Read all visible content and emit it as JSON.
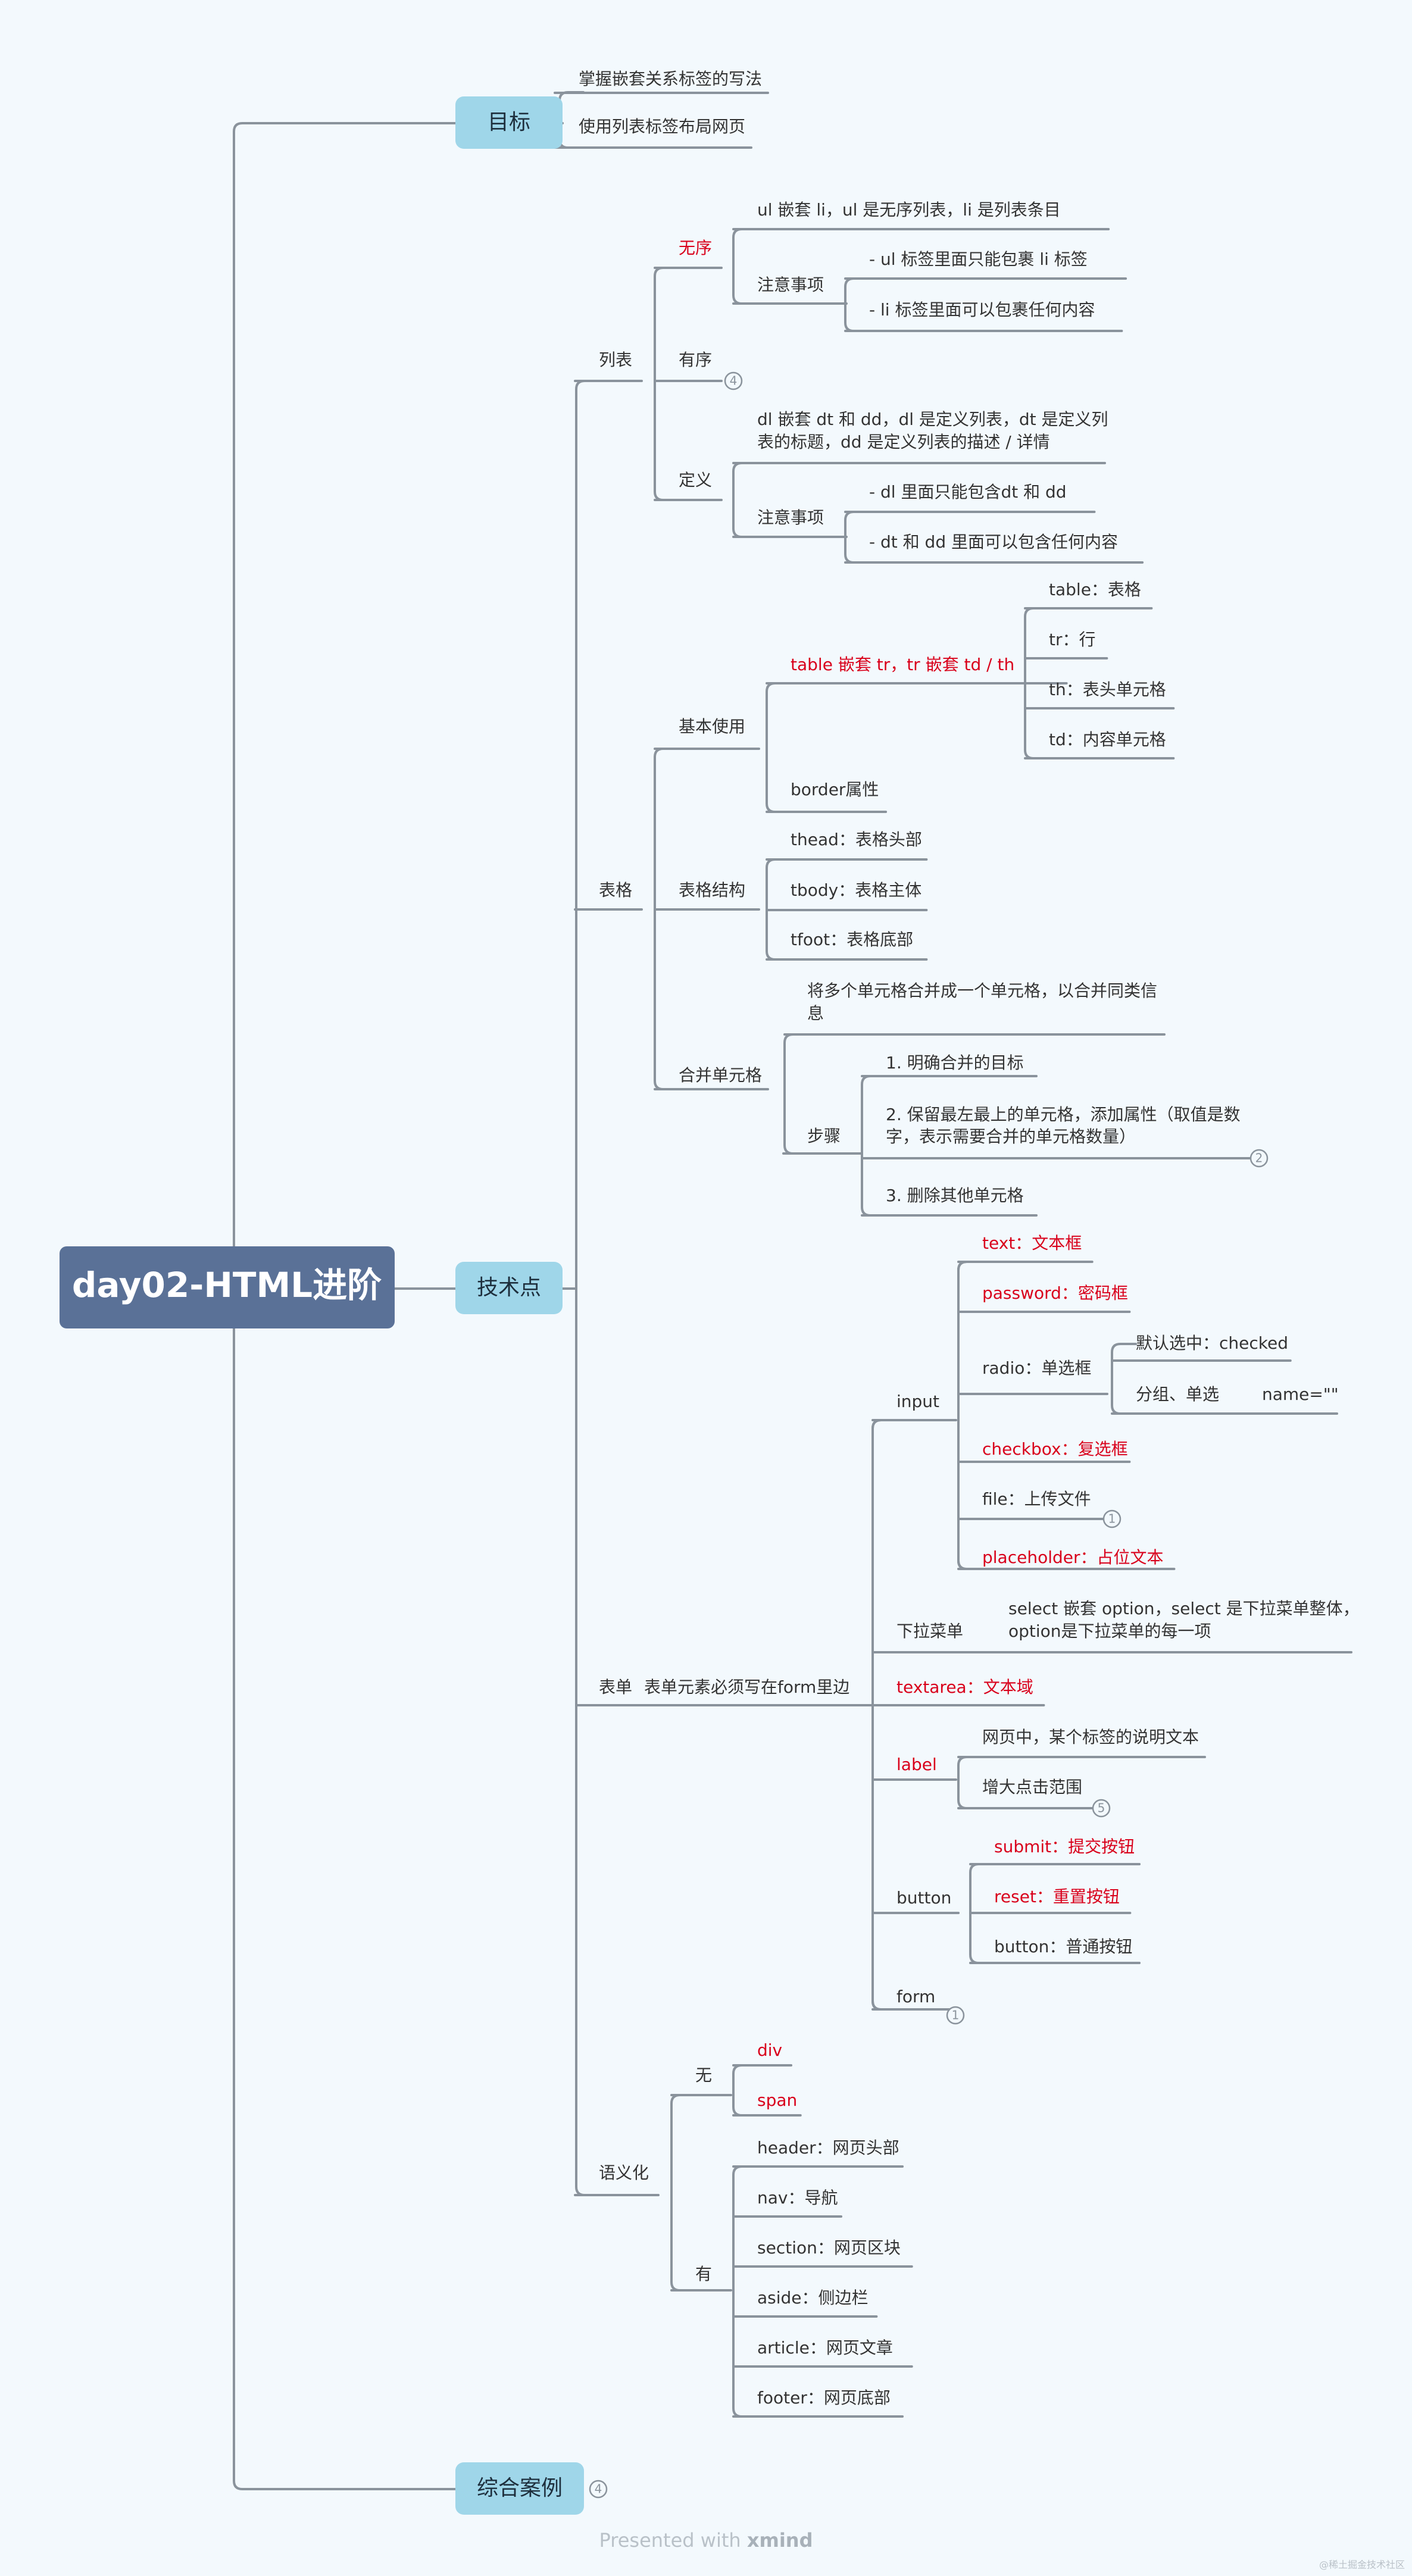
{
  "root": "day02-HTML进阶",
  "colors": {
    "background": "#f3f9fd",
    "root_fill": "#5a7197",
    "root_text": "#ffffff",
    "main_fill": "#9fd6e9",
    "main_text": "#1e2f3d",
    "line": "#8a939c",
    "text": "#333333",
    "highlight": "#d9001b",
    "badge": "#8a939c",
    "footer": "#b9c1c8"
  },
  "goal": {
    "label": "目标",
    "items": [
      "掌握嵌套关系标签的写法",
      "使用列表标签布局网页"
    ]
  },
  "tech": {
    "label": "技术点",
    "list": {
      "label": "列表",
      "unordered": {
        "label": "无序",
        "desc": "ul 嵌套 li，ul 是无序列表，li 是列表条目",
        "notes_label": "注意事项",
        "notes": [
          "- ul 标签里面只能包裹 li 标签",
          "- li 标签里面可以包裹任何内容"
        ]
      },
      "ordered": {
        "label": "有序",
        "badge": "4"
      },
      "definition": {
        "label": "定义",
        "desc_line1": "dl 嵌套 dt 和 dd，dl 是定义列表，dt 是定义列",
        "desc_line2": "表的标题，dd 是定义列表的描述 / 详情",
        "notes_label": "注意事项",
        "notes": [
          "- dl 里面只能包含dt 和 dd",
          "- dt 和 dd 里面可以包含任何内容"
        ]
      }
    },
    "table": {
      "label": "表格",
      "basic": {
        "label": "基本使用",
        "nest": "table 嵌套 tr，tr 嵌套 td / th",
        "tags": [
          "table：表格",
          "tr：行",
          "th：表头单元格",
          "td：内容单元格"
        ],
        "border": "border属性"
      },
      "structure": {
        "label": "表格结构",
        "items": [
          "thead：表格头部",
          "tbody：表格主体",
          "tfoot：表格底部"
        ]
      },
      "merge": {
        "label": "合并单元格",
        "desc_line1": "将多个单元格合并成一个单元格，以合并同类信",
        "desc_line2": "息",
        "steps_label": "步骤",
        "step1": "1. 明确合并的目标",
        "step2_line1": "2. 保留最左最上的单元格，添加属性（取值是数",
        "step2_line2": "字，表示需要合并的单元格数量）",
        "step2_badge": "2",
        "step3": "3. 删除其他单元格"
      }
    },
    "form": {
      "label": "表单",
      "note": "表单元素必须写在form里边",
      "input": {
        "label": "input",
        "text": "text：文本框",
        "password": "password：密码框",
        "radio": "radio：单选框",
        "radio_default": "默认选中：checked",
        "radio_group": "分组、单选",
        "radio_name": "name=\"\"",
        "checkbox": "checkbox：复选框",
        "file": "file：上传文件",
        "file_badge": "1",
        "placeholder": "placeholder：占位文本"
      },
      "select": {
        "label": "下拉菜单",
        "desc_line1": "select 嵌套 option，select 是下拉菜单整体，",
        "desc_line2": "option是下拉菜单的每一项"
      },
      "textarea": "textarea：文本域",
      "label_node": {
        "label": "label",
        "desc": "网页中，某个标签的说明文本",
        "effect": "增大点击范围",
        "badge": "5"
      },
      "button": {
        "label": "button",
        "submit": "submit：提交按钮",
        "reset": "reset：重置按钮",
        "plain": "button：普通按钮"
      },
      "form_node": {
        "label": "form",
        "badge": "1"
      }
    },
    "semantic": {
      "label": "语义化",
      "none": {
        "label": "无",
        "items": [
          "div",
          "span"
        ]
      },
      "has": {
        "label": "有",
        "items": [
          "header：网页头部",
          "nav：导航",
          "section：网页区块",
          "aside：侧边栏",
          "article：网页文章",
          "footer：网页底部"
        ]
      }
    }
  },
  "case": {
    "label": "综合案例",
    "badge": "4"
  },
  "footer": {
    "prefix": "Presented with ",
    "brand": "xmind"
  },
  "watermark": "@稀土掘金技术社区"
}
